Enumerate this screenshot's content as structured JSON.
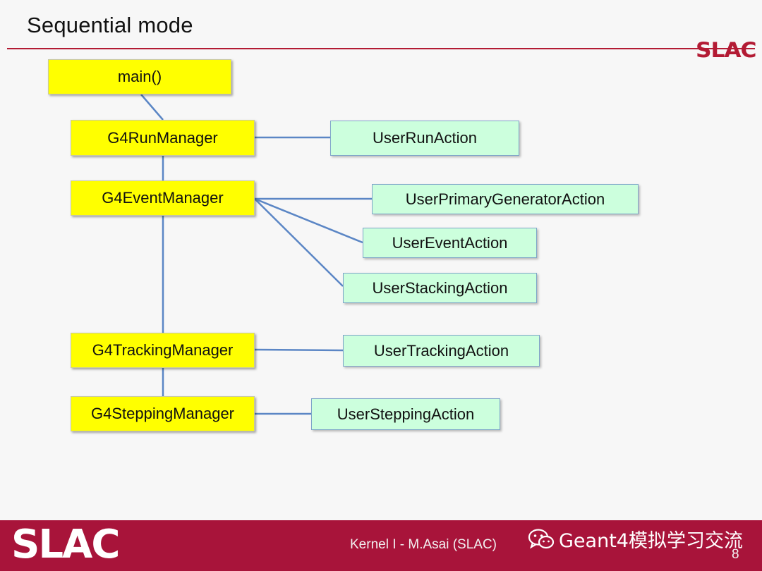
{
  "slide": {
    "title": "Sequential mode",
    "logo_text": "SLAC"
  },
  "managers": {
    "main": "main()",
    "run": "G4RunManager",
    "event": "G4EventManager",
    "tracking": "G4TrackingManager",
    "stepping": "G4SteppingManager"
  },
  "actions": {
    "run": "UserRunAction",
    "primary_generator": "UserPrimaryGeneratorAction",
    "event": "UserEventAction",
    "stacking": "UserStackingAction",
    "tracking": "UserTrackingAction",
    "stepping": "UserSteppingAction"
  },
  "footer": {
    "logo_text": "SLAC",
    "caption": "Kernel I - M.Asai (SLAC)",
    "watermark": "Geant4模拟学习交流",
    "page_number": "8"
  },
  "colors": {
    "accent": "#b31b34",
    "manager_fill": "#ffff00",
    "action_fill": "#ccffdd",
    "connector": "#5b86c5"
  }
}
